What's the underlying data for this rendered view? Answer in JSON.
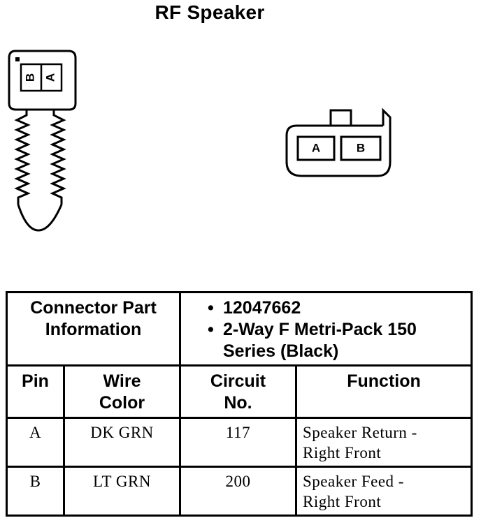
{
  "title": "RF Speaker",
  "connector_end_view": {
    "pins": [
      "B",
      "A"
    ]
  },
  "harness_view": {
    "pins": [
      "A",
      "B"
    ]
  },
  "connector_info": {
    "label_line1": "Connector Part",
    "label_line2": "Information",
    "items": [
      "12047662",
      "2-Way F Metri-Pack 150",
      "Series (Black)"
    ]
  },
  "columns": {
    "pin": "Pin",
    "wire_line1": "Wire",
    "wire_line2": "Color",
    "circuit_line1": "Circuit",
    "circuit_line2": "No.",
    "function": "Function"
  },
  "rows": [
    {
      "pin": "A",
      "wire_color": "DK GRN",
      "circuit": "117",
      "function_line1": "Speaker Return -",
      "function_line2": "Right Front"
    },
    {
      "pin": "B",
      "wire_color": "LT GRN",
      "circuit": "200",
      "function_line1": "Speaker Feed -",
      "function_line2": "Right Front"
    }
  ]
}
